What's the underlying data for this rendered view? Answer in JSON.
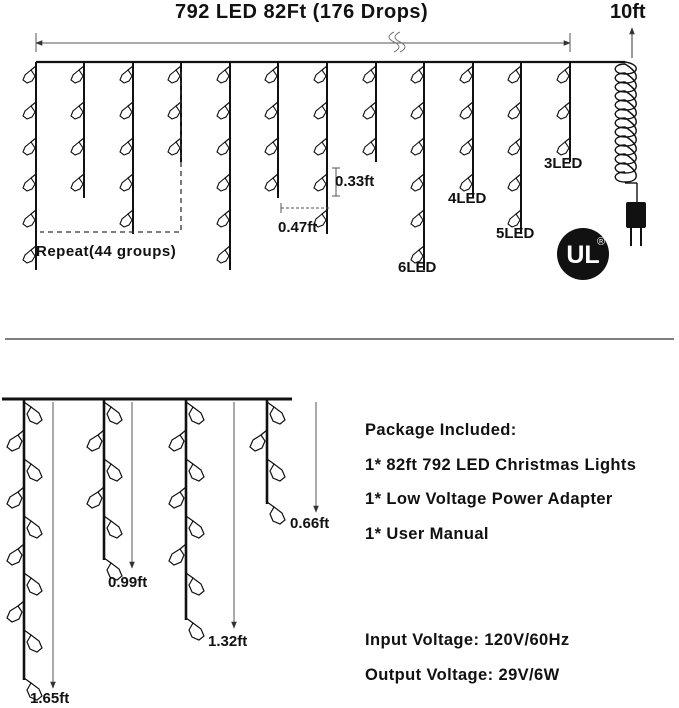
{
  "top": {
    "title": "792 LED 82Ft (176 Drops)",
    "extension": "10ft",
    "repeat": "Repeat(44 groups)",
    "spacing_vertical": "0.33ft",
    "spacing_horizontal": "0.47ft",
    "led_labels": [
      "3LED",
      "4LED",
      "5LED",
      "6LED"
    ],
    "ul_mark": "UL",
    "ul_registered": "®"
  },
  "bottom": {
    "drop_lengths": [
      "0.66ft",
      "0.99ft",
      "1.32ft",
      "1.65ft"
    ],
    "package_title": "Package Included:",
    "package_items": [
      "1* 82ft 792 LED Christmas Lights",
      "1* Low Voltage Power Adapter",
      "1* User Manual"
    ],
    "input_voltage": "Input Voltage: 120V/60Hz",
    "output_voltage": "Output Voltage: 29V/6W"
  },
  "colors": {
    "line": "#111111",
    "dim": "#555555",
    "bulb_fill": "#ffffff"
  }
}
